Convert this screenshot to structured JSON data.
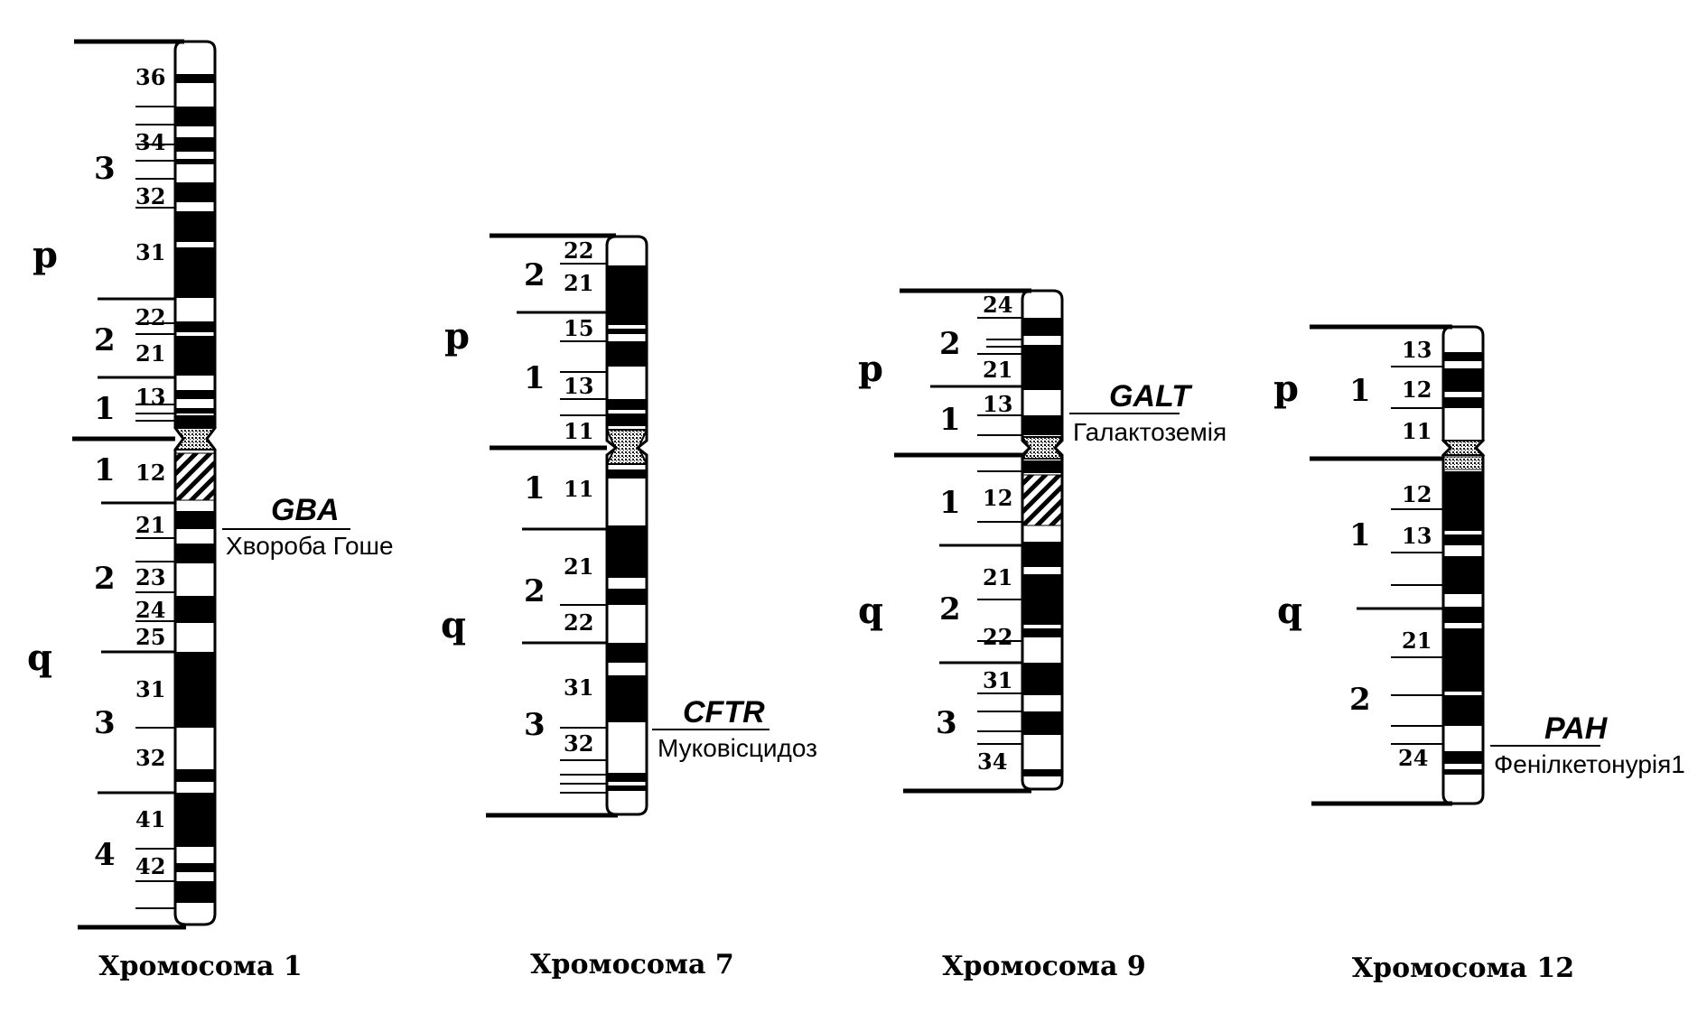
{
  "colors": {
    "ink": "#000000",
    "paper": "#ffffff"
  },
  "chromosomes": [
    {
      "caption": "Хромосома 1",
      "arm_p": "p",
      "arm_q": "q",
      "regions_p": [
        "3",
        "2",
        "1"
      ],
      "regions_q": [
        "1",
        "2",
        "3",
        "4"
      ],
      "bands": [
        "36",
        "34",
        "32",
        "31",
        "22",
        "21",
        "13",
        "12",
        "21",
        "23",
        "24",
        "25",
        "31",
        "32",
        "41",
        "42"
      ],
      "gene": {
        "symbol": "GBA",
        "disease": "Хвороба Гоше"
      }
    },
    {
      "caption": "Хромосома 7",
      "arm_p": "p",
      "arm_q": "q",
      "regions_p": [
        "2",
        "1"
      ],
      "regions_q": [
        "1",
        "2",
        "3"
      ],
      "bands": [
        "22",
        "21",
        "15",
        "13",
        "11",
        "11",
        "21",
        "22",
        "31",
        "32"
      ],
      "gene": {
        "symbol": "CFTR",
        "disease": "Муковісцидоз"
      }
    },
    {
      "caption": "Хромосома 9",
      "arm_p": "p",
      "arm_q": "q",
      "regions_p": [
        "2",
        "1"
      ],
      "regions_q": [
        "1",
        "2",
        "3"
      ],
      "bands": [
        "24",
        "21",
        "13",
        "12",
        "21",
        "22",
        "31",
        "34"
      ],
      "gene": {
        "symbol": "GALT",
        "disease": "Галактоземія"
      }
    },
    {
      "caption": "Хромосома 12",
      "arm_p": "p",
      "arm_q": "q",
      "regions_p": [
        "1"
      ],
      "regions_q": [
        "1",
        "2"
      ],
      "bands": [
        "13",
        "12",
        "11",
        "12",
        "13",
        "21",
        "24"
      ],
      "gene": {
        "symbol": "PAH",
        "disease": "Фенілкетонурія1"
      }
    }
  ]
}
